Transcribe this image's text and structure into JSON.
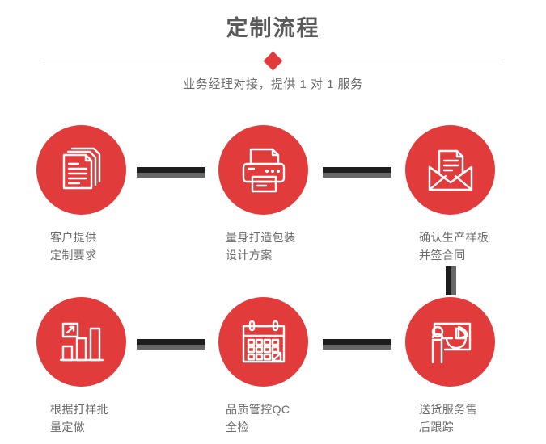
{
  "header": {
    "title": "定制流程",
    "subtitle": "业务经理对接，提供 1 对 1 服务",
    "accent_color": "#e23b3c",
    "divider_color": "#cfcfcf",
    "title_color": "#595959",
    "subtitle_color": "#6a6a6a"
  },
  "flow": {
    "circle_color": "#e23b3c",
    "label_color": "#6a6a6a",
    "connector_dark": "#1d1d1d",
    "connector_light": "#666666",
    "steps": [
      {
        "index": "1",
        "icon": "documents-stack-icon",
        "label": "客户提供\n定制要求"
      },
      {
        "index": "2",
        "icon": "printer-icon",
        "label": "量身打造包装\n设计方案"
      },
      {
        "index": "3",
        "icon": "envelope-document-icon",
        "label": "确认生产样板\n并签合同"
      },
      {
        "index": "4",
        "icon": "bar-chart-growth-icon",
        "label": "根据打样批\n量定做"
      },
      {
        "index": "5",
        "icon": "calendar-check-icon",
        "label": "品质管控QC\n全检"
      },
      {
        "index": "6",
        "icon": "presenter-pie-chart-icon",
        "label": "送货服务售\n后跟踪"
      }
    ]
  }
}
